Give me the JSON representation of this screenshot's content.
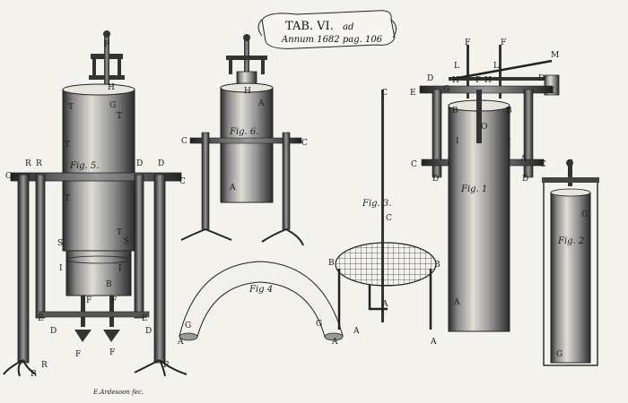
{
  "title": {
    "tab": "TAB. VI.",
    "ad": "ad",
    "annum": "Annum 1682 pag. 106"
  },
  "signature": "E.Ardesoon fec.",
  "colors": {
    "ink": "#1a1a1a",
    "paper": "#f4f2ed",
    "hatch": "#555555"
  },
  "figures": {
    "fig1": {
      "caption": "Fig. 1",
      "labels": [
        "F",
        "F",
        "M",
        "L",
        "L",
        "D",
        "D",
        "E",
        "E",
        "H",
        "H",
        "P",
        "G",
        "O",
        "I",
        "I",
        "A",
        "A",
        "C",
        "C",
        "D",
        "D",
        "B",
        "B"
      ]
    },
    "fig2": {
      "caption": "Fig. 2",
      "labels": [
        "G",
        "G"
      ]
    },
    "fig3": {
      "caption": "Fig. 3.",
      "labels": [
        "C",
        "C",
        "B",
        "B",
        "A",
        "A",
        "A"
      ]
    },
    "fig4": {
      "caption": "Fig 4",
      "labels": [
        "G",
        "G",
        "A",
        "A"
      ]
    },
    "fig5": {
      "caption": "Fig. 5.",
      "labels": [
        "F",
        "H",
        "G",
        "T",
        "T",
        "T",
        "T",
        "T",
        "S",
        "S",
        "I",
        "I",
        "B",
        "C",
        "C",
        "R",
        "R",
        "D",
        "D",
        "R",
        "E",
        "E",
        "D",
        "D",
        "F",
        "F",
        "F",
        "F",
        "R",
        "R"
      ]
    },
    "fig6": {
      "caption": "Fig. 6.",
      "labels": [
        "H",
        "A",
        "C",
        "C",
        "A"
      ]
    }
  }
}
